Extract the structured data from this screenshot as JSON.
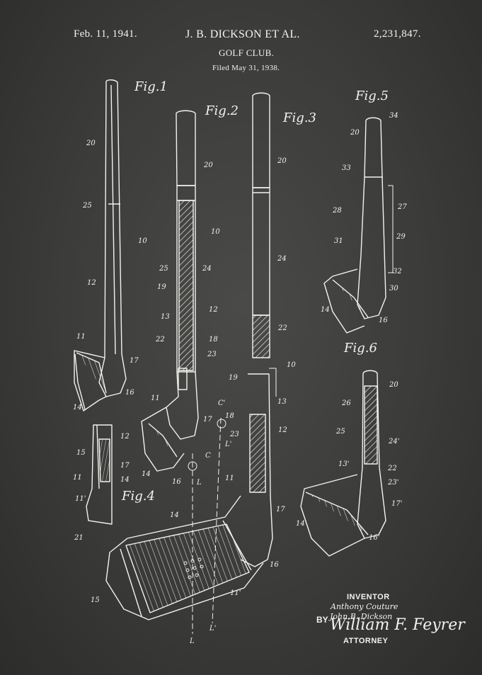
{
  "header": {
    "date": "Feb. 11, 1941.",
    "inventors": "J. B. DICKSON ET AL.",
    "patent_number": "2,231,847.",
    "subject": "GOLF CLUB.",
    "filed": "Filed May 31, 1938."
  },
  "figures": {
    "fig1": "Fig.1",
    "fig2": "Fig.2",
    "fig3": "Fig.3",
    "fig4": "Fig.4",
    "fig5": "Fig.5",
    "fig6": "Fig.6"
  },
  "refs": {
    "r20a": "20",
    "r25a": "25",
    "r10a": "10",
    "r12a": "12",
    "r11a": "11",
    "r17a": "17",
    "r16a": "16",
    "r14a": "14",
    "r20b": "20",
    "r10b": "10",
    "r25b": "25",
    "r24b": "24",
    "r19b": "19",
    "r12b": "12",
    "r13b": "13",
    "r22b": "22",
    "r18b": "18",
    "r23b": "23",
    "r11b": "11",
    "r17b": "17",
    "r14b": "14",
    "r16b": "16",
    "r20c": "20",
    "r24c": "24",
    "r22c": "22",
    "r10c": "10",
    "r19c": "19",
    "r13c": "13",
    "r18c": "18",
    "r12c": "12",
    "r23c": "23",
    "r11c": "11",
    "r17c": "17",
    "r14c": "14",
    "r16c": "16",
    "r15c": "15",
    "r11pc": "11'",
    "rC": "C",
    "rL": "L",
    "rCp": "C'",
    "rLp": "L'",
    "rLbot": "L",
    "rLpbot": "L'",
    "r12d": "12",
    "r15d": "15",
    "r17d": "17",
    "r11d": "11",
    "r14d": "14",
    "r11pd": "11'",
    "r21d": "21",
    "r34e": "34",
    "r20e": "20",
    "r33e": "33",
    "r27e": "27",
    "r28e": "28",
    "r29e": "29",
    "r31e": "31",
    "r32e": "32",
    "r30e": "30",
    "r14e": "14",
    "r16e": "16",
    "r20f": "20",
    "r26f": "26",
    "r25f": "25",
    "r24f": "24'",
    "r13f": "13'",
    "r22f": "22",
    "r23f": "23'",
    "r14f": "14'",
    "r17f": "17'",
    "r16f": "16'"
  },
  "signature": {
    "inventor_label": "INVENTOR",
    "name1": "Anthony Couture",
    "name2": "John B. Dickson",
    "by": "BY",
    "attorney_signature": "William F. Feyrer",
    "attorney_label": "ATTORNEY"
  },
  "colors": {
    "background": "#3a3a39",
    "ink": "#f2f2ee"
  }
}
